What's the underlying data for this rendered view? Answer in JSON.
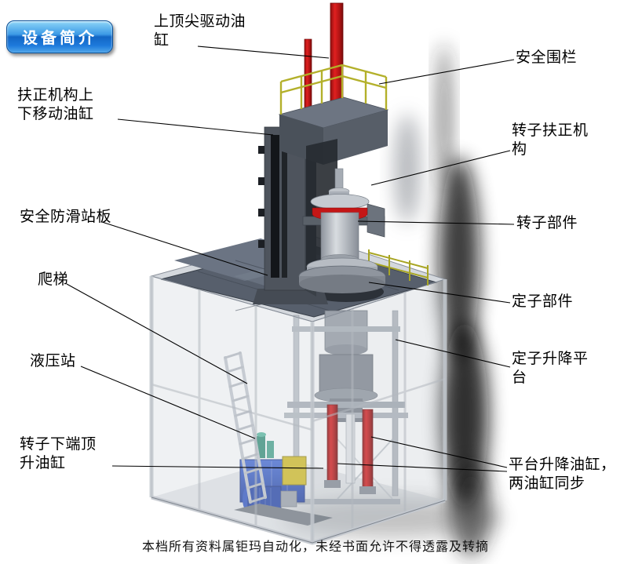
{
  "badge": {
    "label": "设备简介"
  },
  "callouts": [
    {
      "id": "top-spindle-cylinder",
      "text": "上顶尖驱动油\n缸"
    },
    {
      "id": "safety-fence",
      "text": "安全围栏"
    },
    {
      "id": "centering-lift-cylinder",
      "text": "扶正机构上\n下移动油缸"
    },
    {
      "id": "rotor-centering-mechanism",
      "text": "转子扶正机\n构"
    },
    {
      "id": "anti-slip-deck",
      "text": "安全防滑站板"
    },
    {
      "id": "rotor-component",
      "text": "转子部件"
    },
    {
      "id": "ladder",
      "text": "爬梯"
    },
    {
      "id": "stator-component",
      "text": "定子部件"
    },
    {
      "id": "hydraulic-station",
      "text": "液压站"
    },
    {
      "id": "stator-lift-platform",
      "text": "定子升降平\n台"
    },
    {
      "id": "rotor-bottom-jack-cylinder",
      "text": "转子下端顶\n升油缸"
    },
    {
      "id": "platform-lift-cylinders",
      "text": "平台升降油缸，\n两油缸同步"
    }
  ],
  "footer": {
    "text": "本档所有资料属钜玛自动化，未经书面允许不得透露及转摘"
  },
  "colors": {
    "badge_blue": "#1f7ad8",
    "cylinder_red": "#c41616",
    "railing_yellow": "#b3b02a",
    "hydraulic_blue": "#2a4fc0",
    "deck_gray": "#575f6c",
    "cage_gray": "#c3c8ce"
  }
}
